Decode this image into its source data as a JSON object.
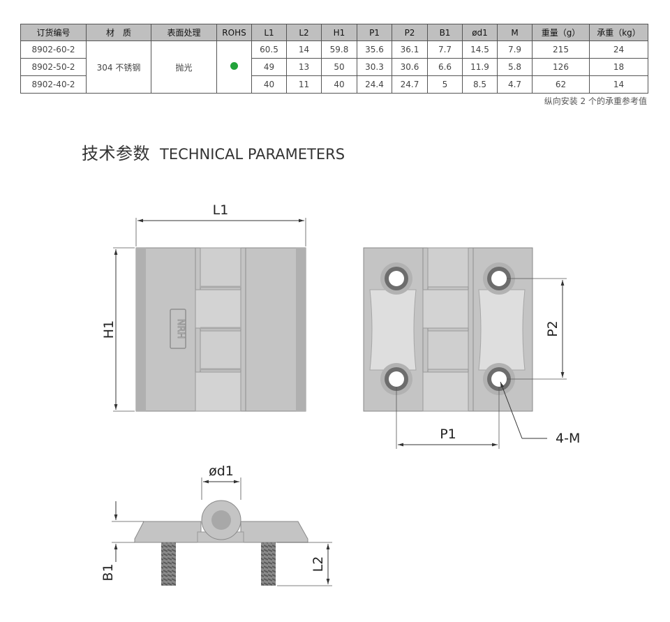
{
  "table": {
    "headers": [
      "订货编号",
      "材　质",
      "表面处理",
      "ROHS",
      "L1",
      "L2",
      "H1",
      "P1",
      "P2",
      "B1",
      "ød1",
      "M",
      "重量（g）",
      "承重（kg）"
    ],
    "material": "304 不锈钢",
    "surface": "抛光",
    "rohs_color": "#22a33a",
    "rows": [
      {
        "code": "8902-60-2",
        "L1": "60.5",
        "L2": "14",
        "H1": "59.8",
        "P1": "35.6",
        "P2": "36.1",
        "B1": "7.7",
        "d1": "14.5",
        "M": "7.9",
        "weight": "215",
        "load": "24"
      },
      {
        "code": "8902-50-2",
        "L1": "49",
        "L2": "13",
        "H1": "50",
        "P1": "30.3",
        "P2": "30.6",
        "B1": "6.6",
        "d1": "11.9",
        "M": "5.8",
        "weight": "126",
        "load": "18"
      },
      {
        "code": "8902-40-2",
        "L1": "40",
        "L2": "11",
        "H1": "40",
        "P1": "24.4",
        "P2": "24.7",
        "B1": "5",
        "d1": "8.5",
        "M": "4.7",
        "weight": "62",
        "load": "14"
      }
    ]
  },
  "note": "纵向安装 2 个的承重参考值",
  "section": {
    "title_cn": "技术参数",
    "title_en": "TECHNICAL PARAMETERS"
  },
  "drawing": {
    "labels": {
      "L1": "L1",
      "H1": "H1",
      "P1": "P1",
      "P2": "P2",
      "M": "4-M",
      "d1": "ød1",
      "B1": "B1",
      "L2": "L2"
    },
    "logo_text": "NRH"
  }
}
